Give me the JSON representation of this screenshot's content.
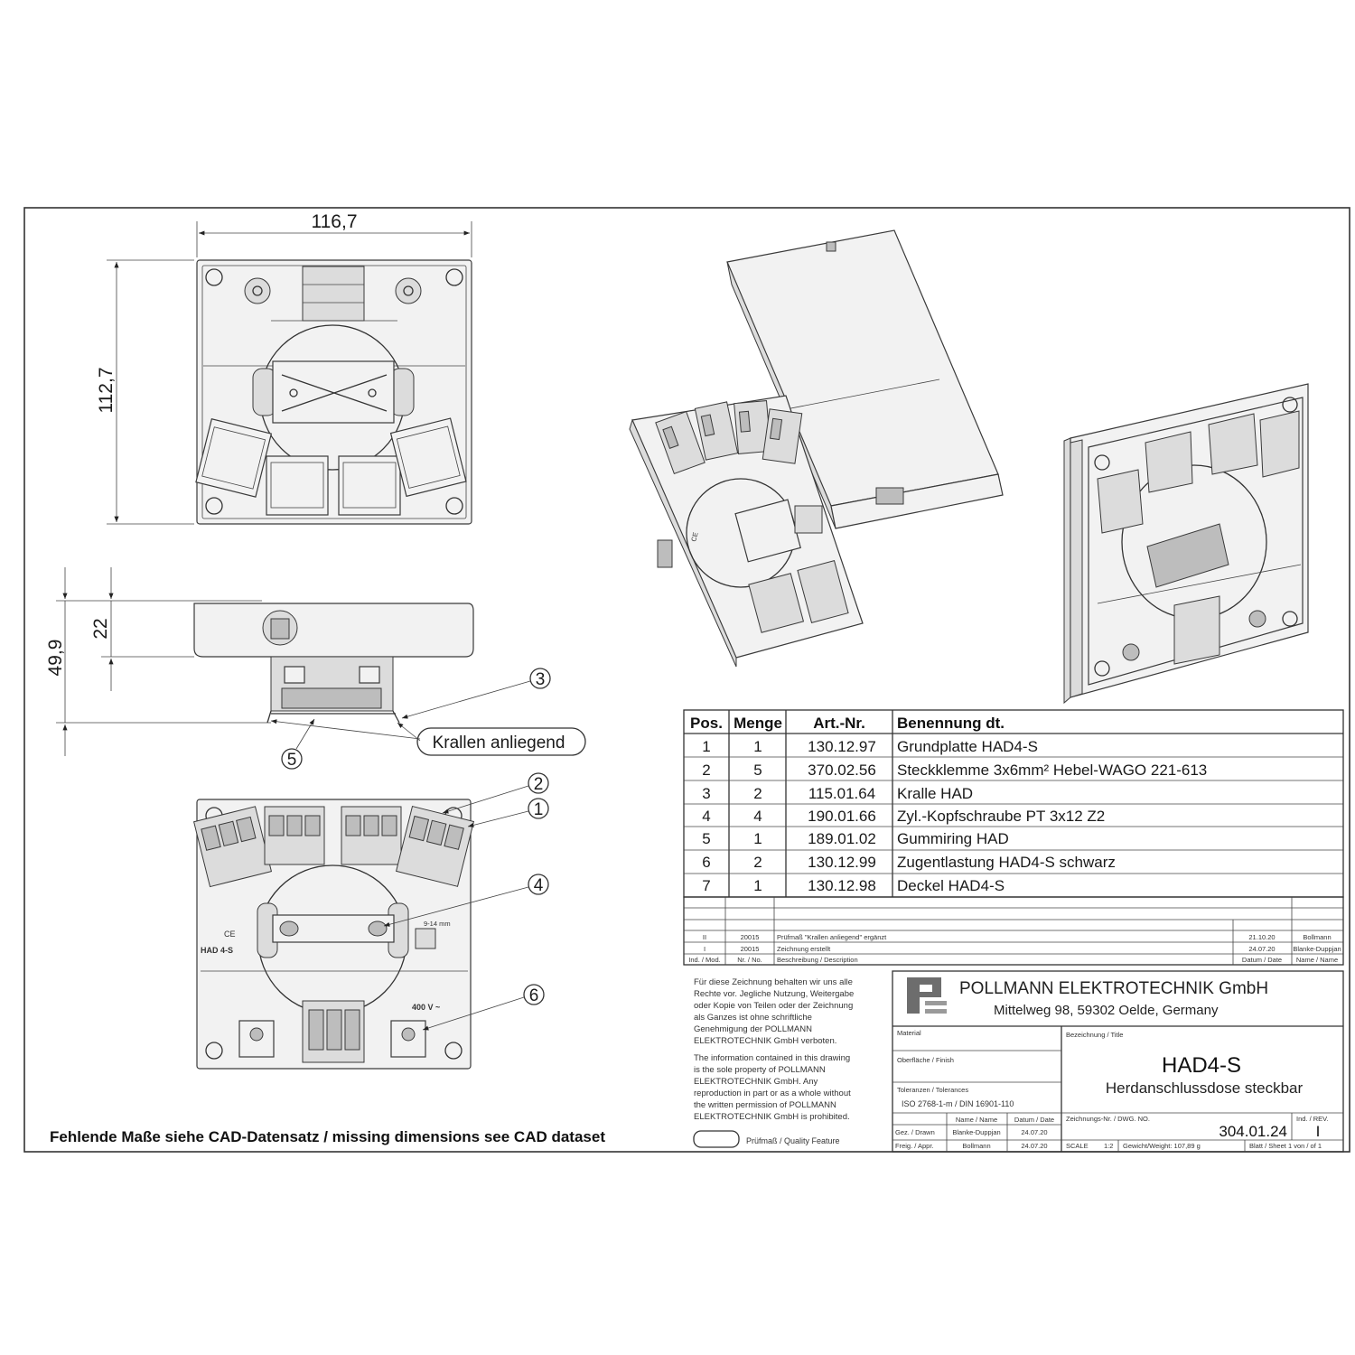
{
  "dimensions": {
    "width_top": "116,7",
    "height_top": "112,7",
    "height_side_total": "49,9",
    "height_side_cover": "22"
  },
  "callouts": {
    "c1": "1",
    "c2": "2",
    "c3": "3",
    "c4": "4",
    "c5": "5",
    "c6": "6",
    "krallen": "Krallen anliegend"
  },
  "part_markings": {
    "model": "HAD 4-S",
    "ce": "CE",
    "wire_range": "9-14 mm",
    "voltage": "400 V ~"
  },
  "parts_table": {
    "headers": [
      "Pos.",
      "Menge",
      "Art.-Nr.",
      "Benennung dt."
    ],
    "rows": [
      [
        "1",
        "1",
        "130.12.97",
        "Grundplatte HAD4-S"
      ],
      [
        "2",
        "5",
        "370.02.56",
        "Steckklemme 3x6mm² Hebel-WAGO 221-613"
      ],
      [
        "3",
        "2",
        "115.01.64",
        "Kralle HAD"
      ],
      [
        "4",
        "4",
        "190.01.66",
        "Zyl.-Kopfschraube PT 3x12 Z2"
      ],
      [
        "5",
        "1",
        "189.01.02",
        "Gummiring HAD"
      ],
      [
        "6",
        "2",
        "130.12.99",
        "Zugentlastung HAD4-S schwarz"
      ],
      [
        "7",
        "1",
        "130.12.98",
        "Deckel HAD4-S"
      ]
    ]
  },
  "revisions": {
    "rows": [
      [
        "II",
        "20015",
        "Prüfmaß \"Krallen anliegend\" ergänzt",
        "21.10.20",
        "Bollmann"
      ],
      [
        "I",
        "20015",
        "Zeichnung erstellt",
        "24.07.20",
        "Blanke-Duppjan"
      ]
    ],
    "header": [
      "Ind. / Mod.",
      "Nr. / No.",
      "Beschreibung / Description",
      "Datum / Date",
      "Name / Name"
    ]
  },
  "legal_note": {
    "de": [
      "Für diese Zeichnung behalten wir uns alle",
      "Rechte vor. Jegliche Nutzung, Weitergabe",
      "oder Kopie von Teilen oder der Zeichnung",
      "als Ganzes ist ohne schriftliche",
      "Genehmigung der POLLMANN",
      "ELEKTROTECHNIK GmbH verboten."
    ],
    "en": [
      "The information contained in this drawing",
      "is the sole property of POLLMANN",
      "ELEKTROTECHNIK GmbH. Any",
      "reproduction in part or as a whole without",
      "the written permission of POLLMANN",
      "ELEKTROTECHNIK GmbH is prohibited."
    ],
    "quality": "Prüfmaß / Quality Feature"
  },
  "title_block": {
    "company": "POLLMANN ELEKTROTECHNIK GmbH",
    "address": "Mittelweg 98, 59302 Oelde, Germany",
    "material_label": "Material",
    "finish_label": "Oberfläche / Finish",
    "tolerance_label": "Toleranzen / Tolerances",
    "tolerance_value": "ISO 2768-1-m / DIN 16901-110",
    "designation_label": "Bezeichnung / Title",
    "title": "HAD4-S",
    "subtitle": "Herdanschlussdose steckbar",
    "drawing_no_label": "Zeichnungs-Nr. / DWG. NO.",
    "drawing_no": "304.01.24",
    "rev_label": "Ind. / REV.",
    "rev": "I",
    "col_name": "Name / Name",
    "col_date": "Datum / Date",
    "drawn_label": "Gez. / Drawn",
    "drawn_name": "Blanke-Duppjan",
    "drawn_date": "24.07.20",
    "approved_label": "Freig. / Appr.",
    "approved_name": "Bollmann",
    "approved_date": "24.07.20",
    "scale_label": "SCALE",
    "scale": "1:2",
    "weight": "Gewicht/Weight: 107,89 g",
    "sheet": "Blatt / Sheet 1 von / of 1"
  },
  "footer_note": "Fehlende Maße siehe CAD-Datensatz / missing dimensions see CAD dataset"
}
